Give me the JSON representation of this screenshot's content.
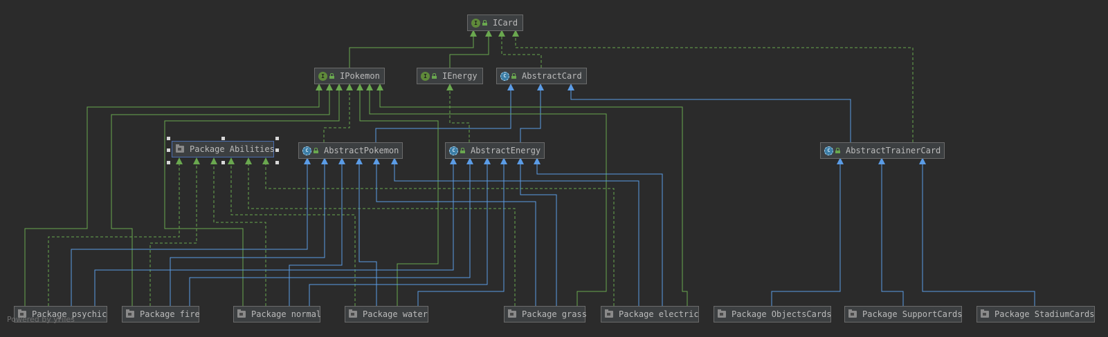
{
  "diagram": {
    "nodes": {
      "icard": {
        "label": "ICard",
        "kind": "interface",
        "badge": "I"
      },
      "ipokemon": {
        "label": "IPokemon",
        "kind": "interface",
        "badge": "I"
      },
      "ienergy": {
        "label": "IEnergy",
        "kind": "interface",
        "badge": "I"
      },
      "abstractcard": {
        "label": "AbstractCard",
        "kind": "abstract-class",
        "badge": "C"
      },
      "abilities": {
        "label": "Package Abilities",
        "kind": "package"
      },
      "abstractpokemon": {
        "label": "AbstractPokemon",
        "kind": "abstract-class",
        "badge": "C"
      },
      "abstractenergy": {
        "label": "AbstractEnergy",
        "kind": "abstract-class",
        "badge": "C"
      },
      "abstracttrainercard": {
        "label": "AbstractTrainerCard",
        "kind": "abstract-class",
        "badge": "C"
      },
      "psychic": {
        "label": "Package psychic",
        "kind": "package"
      },
      "fire": {
        "label": "Package fire",
        "kind": "package"
      },
      "normal": {
        "label": "Package normal",
        "kind": "package"
      },
      "water": {
        "label": "Package water",
        "kind": "package"
      },
      "grass": {
        "label": "Package grass",
        "kind": "package"
      },
      "electric": {
        "label": "Package electric",
        "kind": "package"
      },
      "objectscards": {
        "label": "Package ObjectsCards",
        "kind": "package"
      },
      "supportcards": {
        "label": "Package SupportCards",
        "kind": "package"
      },
      "stadiumcards": {
        "label": "Package StadiumCards",
        "kind": "package"
      }
    },
    "selected": "abilities",
    "colors": {
      "background": "#2b2b2b",
      "node_fill": "#3c3f41",
      "interface_edge": "#6aa84f",
      "class_edge": "#5b9ce6"
    }
  },
  "footer": "Powered by yFiles"
}
